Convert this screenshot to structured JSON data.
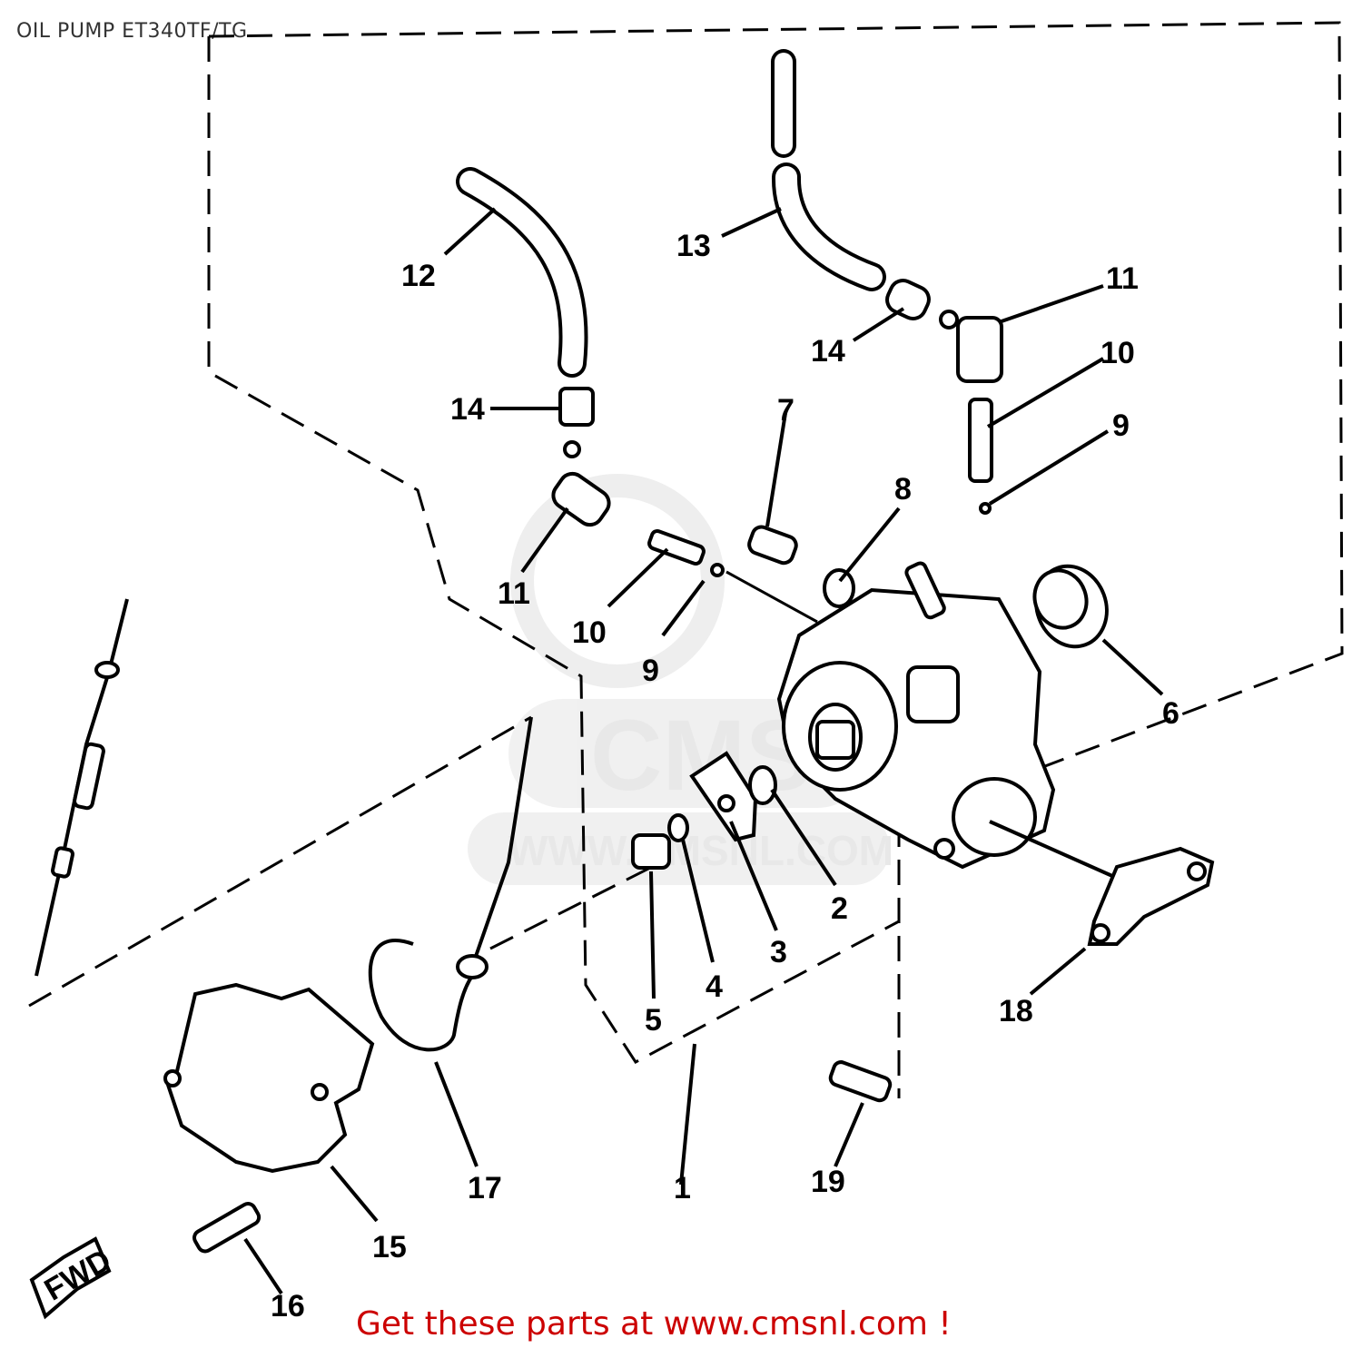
{
  "title": "OIL PUMP ET340TF/TG",
  "footer": "Get these parts at www.cmsnl.com !",
  "watermark": {
    "logo_text": "CMS",
    "url_text": "WWW.CMSNL.COM"
  },
  "fwd_marker": "FWD",
  "callouts": [
    "1",
    "2",
    "3",
    "4",
    "5",
    "6",
    "7",
    "8",
    "9",
    "9",
    "10",
    "10",
    "11",
    "11",
    "12",
    "13",
    "14",
    "14",
    "15",
    "16",
    "17",
    "18",
    "19"
  ],
  "colors": {
    "footer": "#cc0000",
    "line": "#000000",
    "watermark": "#e6e6e6"
  }
}
